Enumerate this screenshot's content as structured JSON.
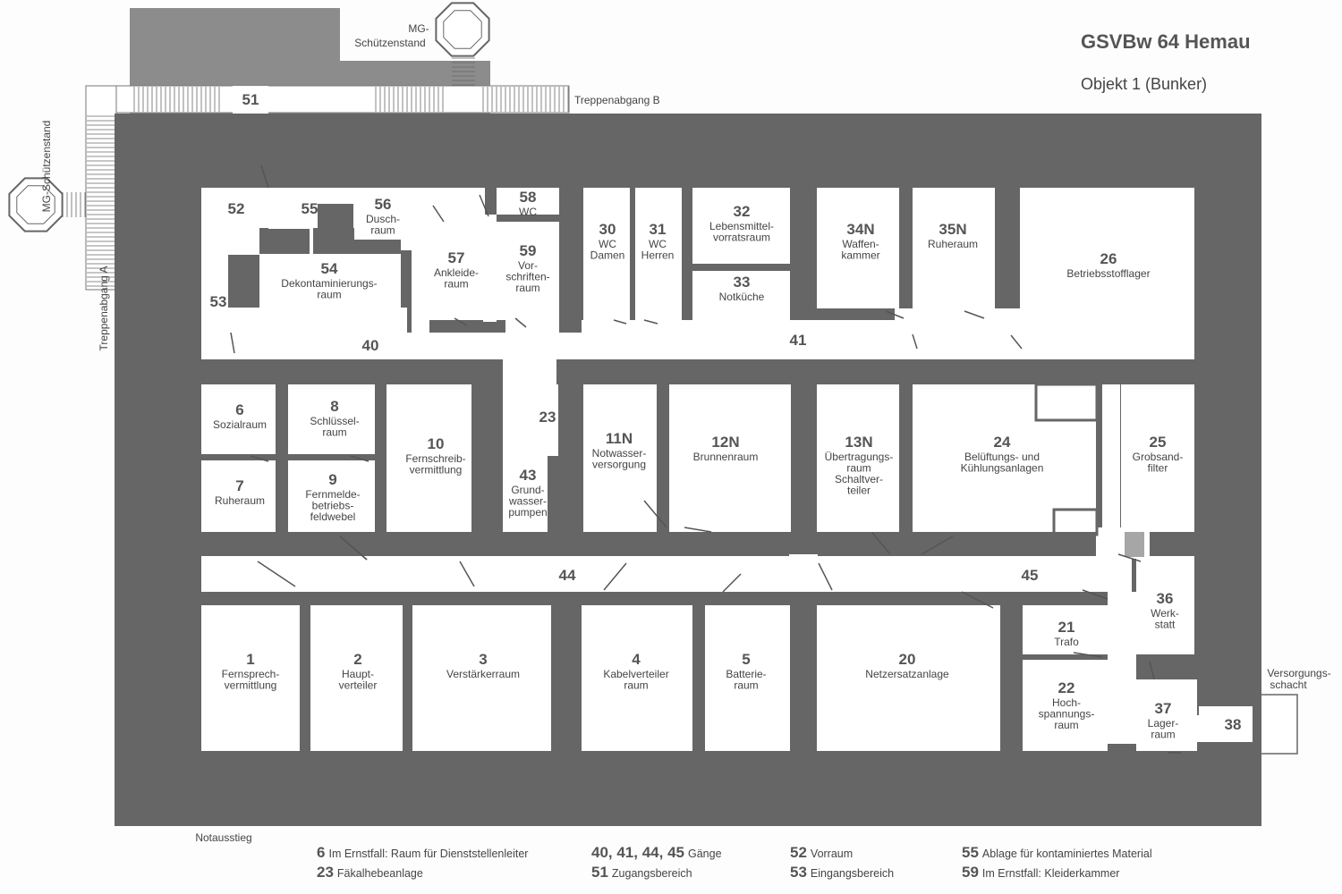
{
  "title": "GSVBw 64 Hemau",
  "subtitle": "Objekt 1 (Bunker)",
  "colors": {
    "wall": "#666666",
    "room": "#ffffff",
    "annex": "#8c8c8c",
    "emergency_shaft": "#a6a6a6",
    "text": "#444444"
  },
  "rooms": [
    {
      "id": "r1",
      "num": "1",
      "lines": [
        "Fernsprech-",
        "vermittlung"
      ]
    },
    {
      "id": "r2",
      "num": "2",
      "lines": [
        "Haupt-",
        "verteiler"
      ]
    },
    {
      "id": "r3",
      "num": "3",
      "lines": [
        "Verstärkerraum"
      ]
    },
    {
      "id": "r4",
      "num": "4",
      "lines": [
        "Kabelverteiler",
        "raum"
      ]
    },
    {
      "id": "r5",
      "num": "5",
      "lines": [
        "Batterie-",
        "raum"
      ]
    },
    {
      "id": "r6",
      "num": "6",
      "lines": [
        "Sozialraum"
      ]
    },
    {
      "id": "r7",
      "num": "7",
      "lines": [
        "Ruheraum"
      ]
    },
    {
      "id": "r8",
      "num": "8",
      "lines": [
        "Schlüssel-",
        "raum"
      ]
    },
    {
      "id": "r9",
      "num": "9",
      "lines": [
        "Fernmelde-",
        "betriebs-",
        "feldwebel"
      ]
    },
    {
      "id": "r10",
      "num": "10",
      "lines": [
        "Fernschreib-",
        "vermittlung"
      ]
    },
    {
      "id": "r11",
      "num": "11N",
      "lines": [
        "Notwasser-",
        "versorgung"
      ]
    },
    {
      "id": "r12",
      "num": "12N",
      "lines": [
        "Brunnenraum"
      ]
    },
    {
      "id": "r13",
      "num": "13N",
      "lines": [
        "Übertragungs-",
        "raum",
        "Schaltver-",
        "teiler"
      ]
    },
    {
      "id": "r20",
      "num": "20",
      "lines": [
        "Netzersatzanlage"
      ]
    },
    {
      "id": "r21",
      "num": "21",
      "lines": [
        "Trafo"
      ]
    },
    {
      "id": "r22",
      "num": "22",
      "lines": [
        "Hoch-",
        "spannungs-",
        "raum"
      ]
    },
    {
      "id": "r23",
      "num": "23",
      "lines": []
    },
    {
      "id": "r24",
      "num": "24",
      "lines": [
        "Belüftungs- und",
        "Kühlungsanlagen"
      ]
    },
    {
      "id": "r25",
      "num": "25",
      "lines": [
        "Grobsand-",
        "filter"
      ]
    },
    {
      "id": "r26",
      "num": "26",
      "lines": [
        "Betriebsstofflager"
      ]
    },
    {
      "id": "r30",
      "num": "30",
      "lines": [
        "WC",
        "Damen"
      ]
    },
    {
      "id": "r31",
      "num": "31",
      "lines": [
        "WC",
        "Herren"
      ]
    },
    {
      "id": "r32",
      "num": "32",
      "lines": [
        "Lebensmittel-",
        "vorratsraum"
      ]
    },
    {
      "id": "r33",
      "num": "33",
      "lines": [
        "Notküche"
      ]
    },
    {
      "id": "r34",
      "num": "34N",
      "lines": [
        "Waffen-",
        "kammer"
      ]
    },
    {
      "id": "r35",
      "num": "35N",
      "lines": [
        "Ruheraum"
      ]
    },
    {
      "id": "r36",
      "num": "36",
      "lines": [
        "Werk-",
        "statt"
      ]
    },
    {
      "id": "r37",
      "num": "37",
      "lines": [
        "Lager-",
        "raum"
      ]
    },
    {
      "id": "r38",
      "num": "38",
      "lines": []
    },
    {
      "id": "r40",
      "num": "40",
      "lines": []
    },
    {
      "id": "r41",
      "num": "41",
      "lines": []
    },
    {
      "id": "r43",
      "num": "43",
      "lines": [
        "Grund-",
        "wasser-",
        "pumpen"
      ]
    },
    {
      "id": "r44",
      "num": "44",
      "lines": []
    },
    {
      "id": "r45",
      "num": "45",
      "lines": []
    },
    {
      "id": "r51",
      "num": "51",
      "lines": []
    },
    {
      "id": "r52",
      "num": "52",
      "lines": []
    },
    {
      "id": "r53",
      "num": "53",
      "lines": []
    },
    {
      "id": "r54",
      "num": "54",
      "lines": [
        "Dekontaminierungs-",
        "raum"
      ]
    },
    {
      "id": "r55",
      "num": "55",
      "lines": []
    },
    {
      "id": "r56",
      "num": "56",
      "lines": [
        "Dusch-",
        "raum"
      ]
    },
    {
      "id": "r57",
      "num": "57",
      "lines": [
        "Ankleide-",
        "raum"
      ]
    },
    {
      "id": "r58",
      "num": "58",
      "lines": [
        "WC"
      ]
    },
    {
      "id": "r59",
      "num": "59",
      "lines": [
        "Vor-",
        "schriften-",
        "raum"
      ]
    }
  ],
  "external_labels": {
    "mg_top": [
      "MG-",
      "Schützenstand"
    ],
    "mg_left": "MG-Schützenstand",
    "stair_a": "Treppenabgang A",
    "stair_b": "Treppenabgang B",
    "supply_shaft": [
      "Versorgungs-",
      "schacht"
    ],
    "emergency_exit": "Notausstieg"
  },
  "legend": [
    {
      "keys": "6",
      "text": "Im Ernstfall: Raum für Dienststellenleiter"
    },
    {
      "keys": "23",
      "text": "Fäkalhebeanlage"
    },
    {
      "keys": "40, 41, 44, 45",
      "text": "Gänge"
    },
    {
      "keys": "51",
      "text": "Zugangsbereich"
    },
    {
      "keys": "52",
      "text": "Vorraum"
    },
    {
      "keys": "53",
      "text": "Eingangsbereich"
    },
    {
      "keys": "55",
      "text": "Ablage für kontaminiertes Material"
    },
    {
      "keys": "59",
      "text": "Im Ernstfall: Kleiderkammer"
    }
  ]
}
